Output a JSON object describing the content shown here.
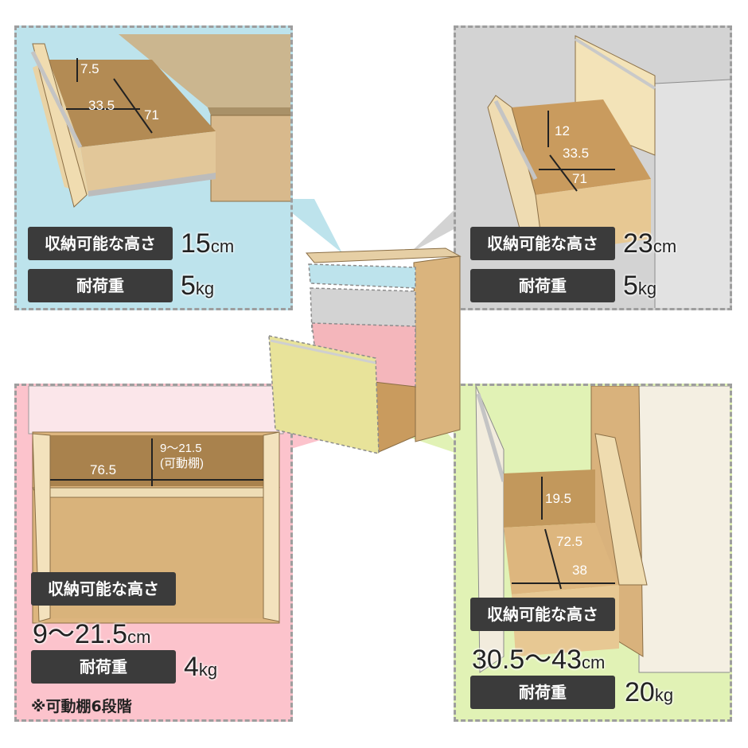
{
  "colors": {
    "top_panel_bg": "#bde3ec",
    "second_panel_bg": "#d3d3d3",
    "shelf_panel_bg": "#fcc3cc",
    "bottom_panel_bg": "#e1f2b5",
    "label_bg": "#3b3b3b",
    "label_text": "#ffffff",
    "wood": "#d7b27a",
    "dashed_border": "#9e9e9e"
  },
  "panels": {
    "top_drawer": {
      "height_label": "収納可能な高さ",
      "height_value": "15",
      "height_unit": "cm",
      "load_label": "耐荷重",
      "load_value": "5",
      "load_unit": "kg",
      "dims": {
        "depth_height": "7.5",
        "width": "33.5",
        "depth": "71"
      }
    },
    "second_drawer": {
      "height_label": "収納可能な高さ",
      "height_value": "23",
      "height_unit": "cm",
      "load_label": "耐荷重",
      "load_value": "5",
      "load_unit": "kg",
      "dims": {
        "depth_height": "12",
        "width": "33.5",
        "depth": "71"
      }
    },
    "open_shelf": {
      "height_label": "収納可能な高さ",
      "height_value": "9～21.5",
      "height_unit": "cm",
      "load_label": "耐荷重",
      "load_value": "4",
      "load_unit": "kg",
      "note": "※可動棚6段階",
      "dims": {
        "width": "76.5",
        "height_line1": "9～21.5",
        "height_line2": "(可動棚)"
      }
    },
    "bottom_drawer": {
      "height_label": "収納可能な高さ",
      "height_value": "30.5～43",
      "height_unit": "cm",
      "load_label": "耐荷重",
      "load_value": "20",
      "load_unit": "kg",
      "dims": {
        "depth_height": "19.5",
        "depth": "72.5",
        "width": "38"
      }
    }
  }
}
